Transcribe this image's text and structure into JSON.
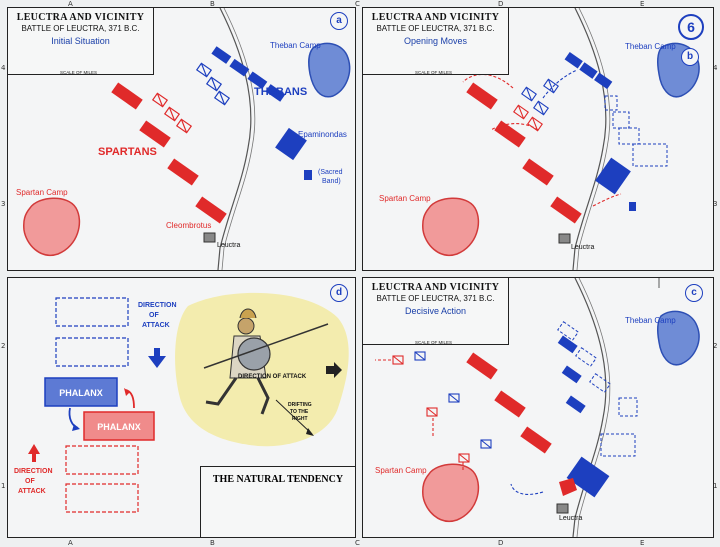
{
  "grid": {
    "top_letters": [
      "A",
      "B",
      "C",
      "D",
      "E"
    ],
    "bottom_letters": [
      "A",
      "B",
      "C",
      "D",
      "E"
    ],
    "side_numbers": [
      "4",
      "3",
      "2",
      "1"
    ]
  },
  "sheet_number": "6",
  "colors": {
    "theban": "#1d3fbf",
    "spartan": "#e02a2a",
    "terrain_highlight": "#f3ecae"
  },
  "panels": {
    "a": {
      "badge": "a",
      "title": "LEUCTRA AND VICINITY",
      "subtitle": "BATTLE OF LEUCTRA, 371 B.C.",
      "caption": "Initial Situation",
      "scale_label": "SCALE OF MILES",
      "labels": {
        "theban_camp": "Theban Camp",
        "thebans": "THEBANS",
        "spartans": "SPARTANS",
        "epaminondas": "Epaminondas",
        "sacred_band_1": "(Sacred",
        "sacred_band_2": "Band)",
        "spartan_camp": "Spartan Camp",
        "cleombrotus": "Cleombrotus",
        "leuctra": "Leuctra"
      }
    },
    "b": {
      "badge": "b",
      "title": "LEUCTRA AND VICINITY",
      "subtitle": "BATTLE OF LEUCTRA, 371 B.C.",
      "caption": "Opening Moves",
      "scale_label": "SCALE OF MILES",
      "labels": {
        "theban_camp": "Theban Camp",
        "spartan_camp": "Spartan Camp",
        "leuctra": "Leuctra"
      }
    },
    "c": {
      "badge": "c",
      "title": "LEUCTRA AND VICINITY",
      "subtitle": "BATTLE OF LEUCTRA, 371 B.C.",
      "caption": "Decisive Action",
      "scale_label": "SCALE OF MILES",
      "labels": {
        "theban_camp": "Theban Camp",
        "spartan_camp": "Spartan Camp",
        "leuctra": "Leuctra"
      }
    },
    "d": {
      "badge": "d",
      "title": "THE NATURAL TENDENCY",
      "labels": {
        "direction_of_attack_blue_1": "DIRECTION",
        "direction_of_attack_blue_2": "OF",
        "direction_of_attack_blue_3": "ATTACK",
        "phalanx_blue": "PHALANX",
        "phalanx_red": "PHALANX",
        "direction_of_attack_red_1": "DIRECTION",
        "direction_of_attack_red_2": "OF",
        "direction_of_attack_red_3": "ATTACK",
        "direction_of_attack_soldier": "DIRECTION OF ATTACK",
        "drifting_1": "DRIFTING",
        "drifting_2": "TO THE",
        "drifting_3": "RIGHT"
      }
    }
  }
}
